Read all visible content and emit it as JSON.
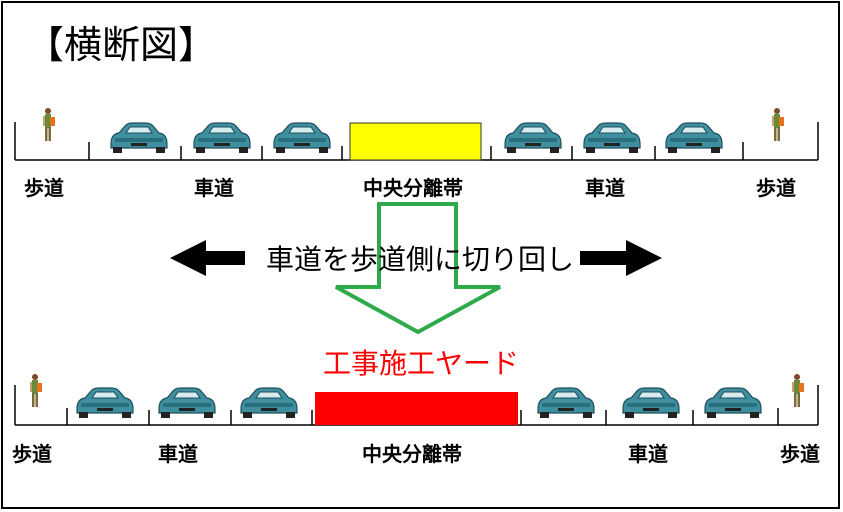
{
  "title": "【横断図】",
  "top_road": {
    "labels": [
      "歩道",
      "車道",
      "中央分離帯",
      "車道",
      "歩道"
    ],
    "median_color": "#ffff00"
  },
  "shift_text": "車道を歩道側に切り回し",
  "construction_yard_label": "工事施工ヤード",
  "bottom_road": {
    "labels": [
      "歩道",
      "車道",
      "中央分離帯",
      "車道",
      "歩道"
    ],
    "median_color": "#ff0000"
  },
  "colors": {
    "car_body": "#3f8fa0",
    "arrow_black": "#000000",
    "arrow_green": "#2eaa4a",
    "person_green": "#6a8a3a",
    "backpack_orange": "#e8731c"
  },
  "icons": [
    "pedestrian-icon",
    "car-icon",
    "left-arrow-icon",
    "right-arrow-icon",
    "down-arrow-icon"
  ]
}
